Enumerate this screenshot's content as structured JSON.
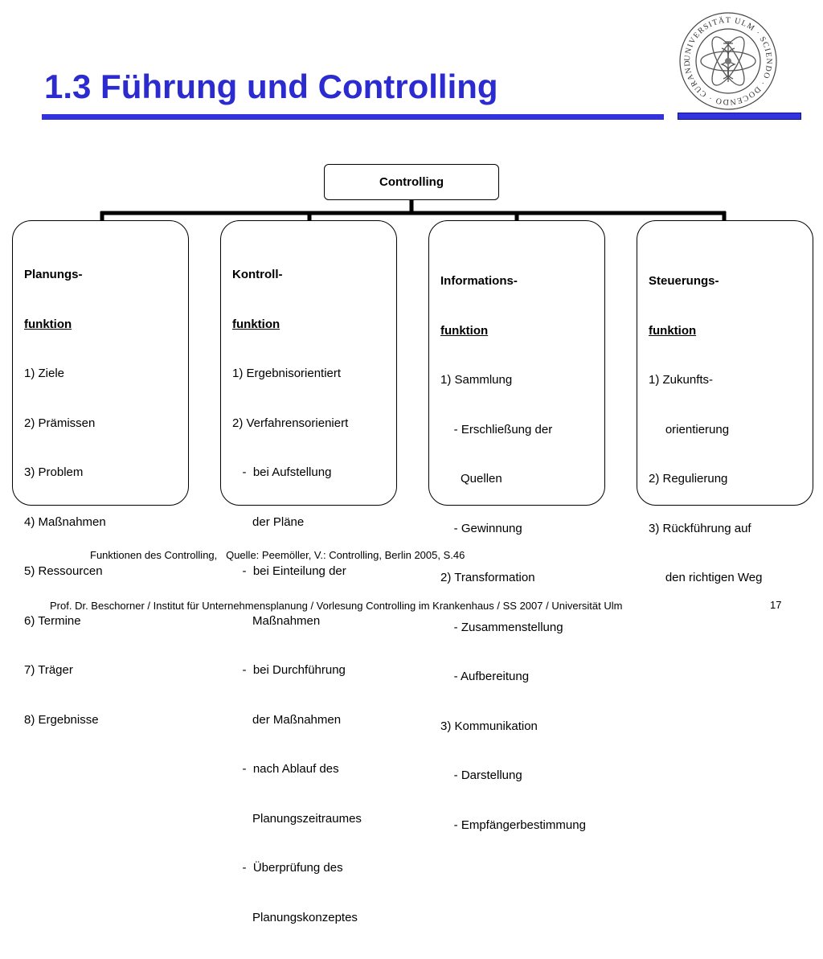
{
  "slide": {
    "title": "1.3 Führung und Controlling",
    "colors": {
      "accent": "#3333dd",
      "title": "#2b2bd0"
    },
    "logo": {
      "icon": "university-ulm-seal-icon",
      "text": "UNIVERSITÄT ULM · SCIENDO · DOCENDO · CURANDO ·"
    }
  },
  "diagram": {
    "root": "Controlling",
    "functions": [
      {
        "heading": "Planungs-",
        "heading2": "funktion",
        "items": [
          "1) Ziele",
          "2) Prämissen",
          "3) Problem",
          "4) Maßnahmen",
          "5) Ressourcen",
          "6) Termine",
          "7) Träger",
          "8) Ergebnisse"
        ]
      },
      {
        "heading": "Kontroll-",
        "heading2": "funktion",
        "items": [
          "1) Ergebnisorientiert",
          "2) Verfahrensorieniert",
          "   -  bei Aufstellung",
          "      der Pläne",
          "   -  bei Einteilung der",
          "      Maßnahmen",
          "   -  bei Durchführung",
          "      der Maßnahmen",
          "   -  nach Ablauf des",
          "      Planungszeitraumes",
          "   -  Überprüfung des",
          "      Planungskonzeptes"
        ]
      },
      {
        "heading": "Informations-",
        "heading2": "funktion",
        "items": [
          "1) Sammlung",
          "    - Erschließung der",
          "      Quellen",
          "    - Gewinnung",
          "2) Transformation",
          "    - Zusammenstellung",
          "    - Aufbereitung",
          "3) Kommunikation",
          "    - Darstellung",
          "    - Empfängerbestimmung"
        ]
      },
      {
        "heading": "Steuerungs-",
        "heading2": "funktion",
        "items": [
          "1) Zukunfts-",
          "     orientierung",
          "2) Regulierung",
          "3) Rückführung auf",
          "     den richtigen Weg"
        ]
      }
    ]
  },
  "caption": "Funktionen des Controlling,   Quelle: Peemöller, V.: Controlling, Berlin 2005, S.46",
  "footer": {
    "text": "Prof. Dr. Beschorner / Institut für Unternehmensplanung / Vorlesung Controlling im Krankenhaus / SS 2007 / Universität Ulm",
    "page": "17"
  }
}
